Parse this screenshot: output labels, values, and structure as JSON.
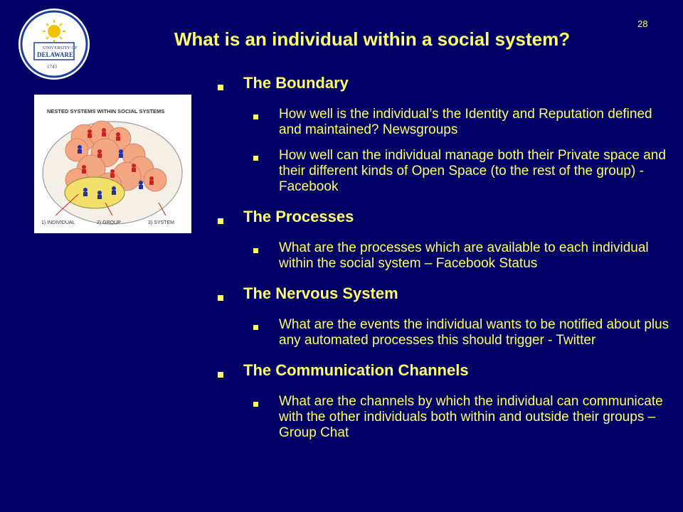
{
  "slide": {
    "number": "28",
    "title": "What  is an individual within a social system?"
  },
  "colors": {
    "background": "#000066",
    "text": "#ffff66",
    "logo_blue": "#1f3f9f",
    "logo_gold": "#f2c200"
  },
  "logo": {
    "icon": "university-seal-icon",
    "text_line1": "UNIVERSITY OF",
    "text_line2": "DELAWARE",
    "year": "1743"
  },
  "diagram": {
    "title": "NESTED SYSTEMS WITHIN SOCIAL SYSTEMS",
    "labels": [
      "1) INDIVIDUAL",
      "2) GROUP",
      "3) SYSTEM"
    ]
  },
  "sections": [
    {
      "heading": "The Boundary",
      "items": [
        "How well is the individual’s the Identity and Reputation defined and maintained? Newsgroups",
        "How well can the individual manage both their Private space and their different kinds of Open Space (to the rest of the group) - Facebook"
      ]
    },
    {
      "heading": "The Processes",
      "items": [
        "What are the processes which are available to each individual within the social system – Facebook Status"
      ]
    },
    {
      "heading": "The Nervous System",
      "items": [
        "What are the events the individual wants to be notified about plus any automated processes this should trigger - Twitter"
      ]
    },
    {
      "heading": "The Communication Channels",
      "items": [
        "What are the channels by which the individual can communicate with the other individuals both within and outside their groups – Group Chat"
      ]
    }
  ]
}
